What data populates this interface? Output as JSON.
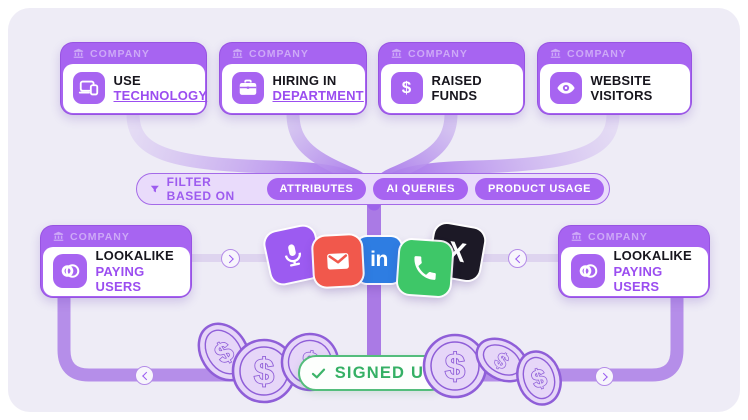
{
  "colors": {
    "accent_purple": "#a764f1",
    "header_text_purple": "#cda9f7",
    "link_purple": "#9b4df0",
    "panel_bg": "#eeecf6",
    "line_purple": "#b58ee9",
    "stem_purple": "#aa7ae5",
    "filter_bg": "#e9dbfb",
    "green": "#35b065",
    "mail_red": "#f1584c",
    "linkedin_blue": "#2e7de2",
    "phone_green": "#3ec768",
    "x_dark": "#1c1926",
    "mic_purple": "#9c5bf1",
    "coin_fill": "#e6d6f8",
    "coin_stroke": "#8f5ed8"
  },
  "top_cards": [
    {
      "header": "COMPANY",
      "icon": "laptop-devices-icon",
      "line1": "USE",
      "line2": "TECHNOLOGY"
    },
    {
      "header": "COMPANY",
      "icon": "briefcase-icon",
      "line1": "HIRING IN",
      "line2": "DEPARTMENT"
    },
    {
      "header": "COMPANY",
      "icon": "dollar-icon",
      "line1": "RAISED",
      "line2": "FUNDS"
    },
    {
      "header": "COMPANY",
      "icon": "eye-icon",
      "line1": "WEBSITE",
      "line2": "VISITORS"
    }
  ],
  "filter": {
    "label": "FILTER BASED ON",
    "pills": [
      "ATTRIBUTES",
      "AI QUERIES",
      "PRODUCT USAGE"
    ]
  },
  "lookalike_left": {
    "header": "COMPANY",
    "icon": "overlapping-circles-icon",
    "line1": "LOOKALIKE",
    "line2": "PAYING USERS"
  },
  "lookalike_right": {
    "header": "COMPANY",
    "icon": "overlapping-circles-icon",
    "line1": "LOOKALIKE",
    "line2": "PAYING USERS"
  },
  "apps": [
    {
      "name": "microphone"
    },
    {
      "name": "email"
    },
    {
      "name": "linkedin",
      "label": "in"
    },
    {
      "name": "phone"
    },
    {
      "name": "x-twitter",
      "label": "X"
    }
  ],
  "signup": {
    "label": "SIGNED UP"
  },
  "coins": {
    "symbol": "$"
  }
}
